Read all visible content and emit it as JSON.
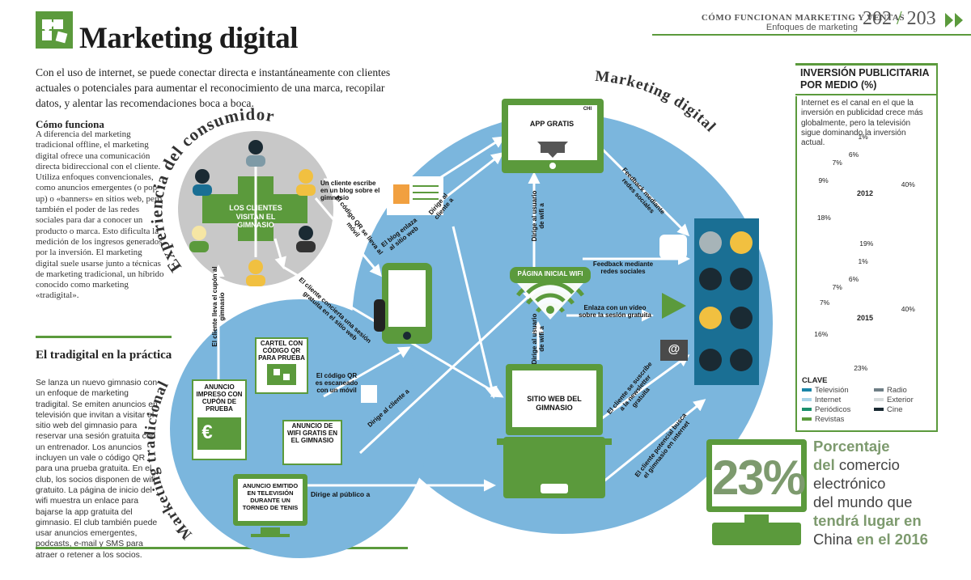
{
  "header": {
    "title": "Marketing digital",
    "running_head": "CÓMO FUNCIONAN MARKETING Y VENTAS",
    "running_sub": "Enfoques de marketing",
    "page_left": "202",
    "page_sep": "/",
    "page_right": "203"
  },
  "intro": "Con el uso de internet, se puede conectar directa e instantáneamente con clientes actuales o potenciales para aumentar el reconocimiento de una marca, recopilar datos, y alentar las recomendaciones boca a boca.",
  "how": {
    "heading": "Cómo funciona",
    "body": "A diferencia del marketing tradicional offline, el marketing digital ofrece una comunicación directa bidireccional con el cliente. Utiliza enfoques convencionales, como anuncios emergentes (o pop-up) o «banners» en sitios web, pero también el poder de las redes sociales para dar a conocer un producto o marca. Esto dificulta la medición de los ingresos generados por la inversión. El marketing digital suele usarse junto a técnicas de marketing tradicional, un híbrido conocido como marketing «tradigital»."
  },
  "trad": {
    "heading": "El tradigital en la práctica",
    "body": "Se lanza un nuevo gimnasio con un enfoque de marketing tradigital. Se emiten anuncios en televisión que invitan a visitar el sitio web del gimnasio para reservar una sesión gratuita con un entrenador. Los anuncios incluyen un vale o código QR para una prueba gratuita. En el club, los socios disponen de wifi gratuito. La página de inicio del wifi muestra un enlace para bajarse la app gratuita del gimnasio. El club también puede usar anuncios emergentes, podcasts, e-mail y SMS para atraer o retener a los socios."
  },
  "diagram": {
    "circle_consumer": "Experiencia del consumidor",
    "circle_digital": "Marketing digital",
    "circle_traditional": "Marketing tradicional",
    "clients_visit": "LOS CLIENTES VISITAN EL GIMNASIO",
    "app_free": "APP GRATIS",
    "app_brand": "CHI",
    "wifi_home": "PÁGINA INICIAL WIFI",
    "website": "SITIO WEB DEL GIMNASIO",
    "qr_poster": "CARTEL CON CÓDIGO QR PARA PRUEBA",
    "coupon_ad": "ANUNCIO IMPRESO CON CUPÓN DE PRUEBA",
    "coupon_symbol": "€",
    "wifi_ad": "ANUNCIO DE WIFI GRATIS EN EL GIMNASIO",
    "tv_ad": "ANUNCIO EMITIDO EN TELEVISIÓN DURANTE UN TORNEO DE TENIS",
    "email_symbol": "@",
    "arrows": {
      "blog": "Un cliente escribe en un blog sobre el gimnasio",
      "qr_phone": "El código QR se lleva al móvil",
      "blog_link": "El blog enlaza al sitio web",
      "directs_client": "Dirige al cliente a",
      "directs_user_wifi_top": "Dirige al usuario de wifi a",
      "feedback_social_top": "Feedback mediante redes sociales",
      "feedback_social_mid": "Feedback mediante redes sociales",
      "video_link": "Enlaza con un vídeo sobre la sesión gratuita",
      "directs_user_wifi_bottom": "Dirige al usuario de wifi a",
      "newsletter": "El cliente se suscribe a la newsletter gratuita",
      "potential": "El cliente potencial busca el gimnasio en internet",
      "coupon_carry": "El cliente lleva el cupón al gimnasio",
      "session": "El cliente concierta una sesión gratuita en el sitio web",
      "qr_scan": "El código QR es escaneado con un móvil",
      "directs_client_2": "Dirige al cliente a",
      "directs_public": "Dirige al público a"
    }
  },
  "sidebar": {
    "heading": "INVERSIÓN PUBLICITARIA POR MEDIO (%)",
    "text": "Internet es el canal en el que la inversión en publicidad crece más globalmente, pero la televisión sigue dominando la inversión actual.",
    "key_title": "CLAVE",
    "key": [
      {
        "label": "Televisión",
        "color": "#1a85a8"
      },
      {
        "label": "Radio",
        "color": "#6f7f86"
      },
      {
        "label": "Internet",
        "color": "#a9d4e8"
      },
      {
        "label": "Exterior",
        "color": "#d6dbdc"
      },
      {
        "label": "Periódicos",
        "color": "#1b8f6b"
      },
      {
        "label": "Cine",
        "color": "#1a2a33"
      },
      {
        "label": "Revistas",
        "color": "#5b9a3c"
      }
    ]
  },
  "chart_data": [
    {
      "type": "pie",
      "title": "2012",
      "categories": [
        "Televisión",
        "Internet",
        "Periódicos",
        "Revistas",
        "Radio",
        "Exterior",
        "Cine"
      ],
      "values": [
        40,
        19,
        18,
        9,
        7,
        6,
        1
      ],
      "slice_labels": [
        "40%",
        "19%",
        "18%",
        "9%",
        "7%",
        "6%",
        "1%"
      ]
    },
    {
      "type": "pie",
      "title": "2015",
      "categories": [
        "Televisión",
        "Internet",
        "Periódicos",
        "Revistas",
        "Radio",
        "Exterior",
        "Cine"
      ],
      "values": [
        40,
        23,
        16,
        7,
        7,
        6,
        1
      ],
      "slice_labels": [
        "40%",
        "23%",
        "16%",
        "7%",
        "7%",
        "6%",
        "1%"
      ]
    }
  ],
  "stat": {
    "value": "23%",
    "caption_l1_a": "Porcentaje",
    "caption_l2_a": "del",
    "caption_l2_b": "comercio",
    "caption_l3": "electrónico",
    "caption_l4": "del mundo que",
    "caption_l5": "tendrá lugar en",
    "caption_l6_a": "China",
    "caption_l6_b": "en el 2016"
  }
}
